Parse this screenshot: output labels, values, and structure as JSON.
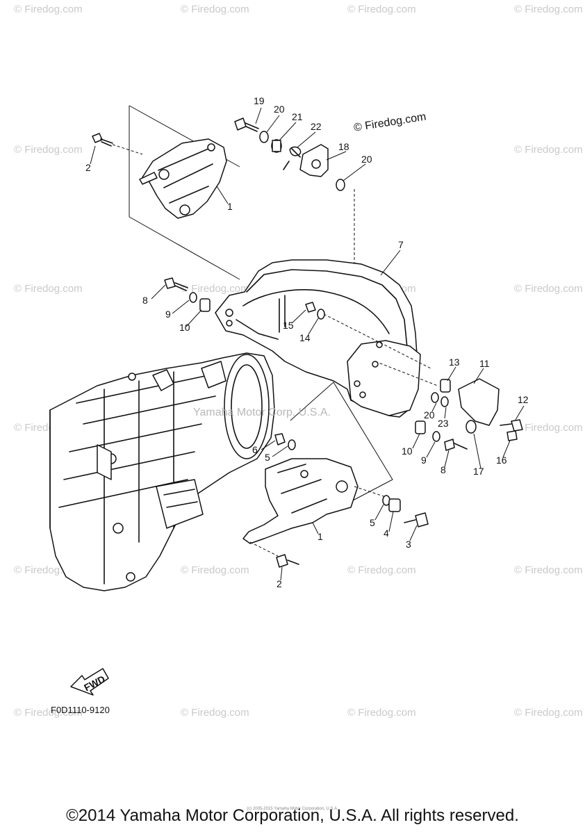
{
  "diagram": {
    "code": "F0D1110-9120",
    "copyright": "©2014 Yamaha Motor Corporation, U.S.A. All rights reserved.",
    "tiny_credit": "(c) 2005-2015 Yamaha Motor Corporation, U.S.A.",
    "center_watermark": "Yamaha Motor Corp. U.S.A.",
    "header_watermark": "© Firedog.com",
    "watermark_text": "© Firedog.com",
    "fwd_label": "FWD",
    "callouts": {
      "c1a": "1",
      "c1b": "1",
      "c2a": "2",
      "c2b": "2",
      "c3": "3",
      "c4": "4",
      "c5a": "5",
      "c5b": "5",
      "c6": "6",
      "c7": "7",
      "c8a": "8",
      "c8b": "8",
      "c9a": "9",
      "c9b": "9",
      "c10a": "10",
      "c10b": "10",
      "c11": "11",
      "c12": "12",
      "c13": "13",
      "c14": "14",
      "c15": "15",
      "c16": "16",
      "c17": "17",
      "c18": "18",
      "c19": "19",
      "c20a": "20",
      "c20b": "20",
      "c20c": "20",
      "c21": "21",
      "c22": "22",
      "c23": "23"
    }
  }
}
